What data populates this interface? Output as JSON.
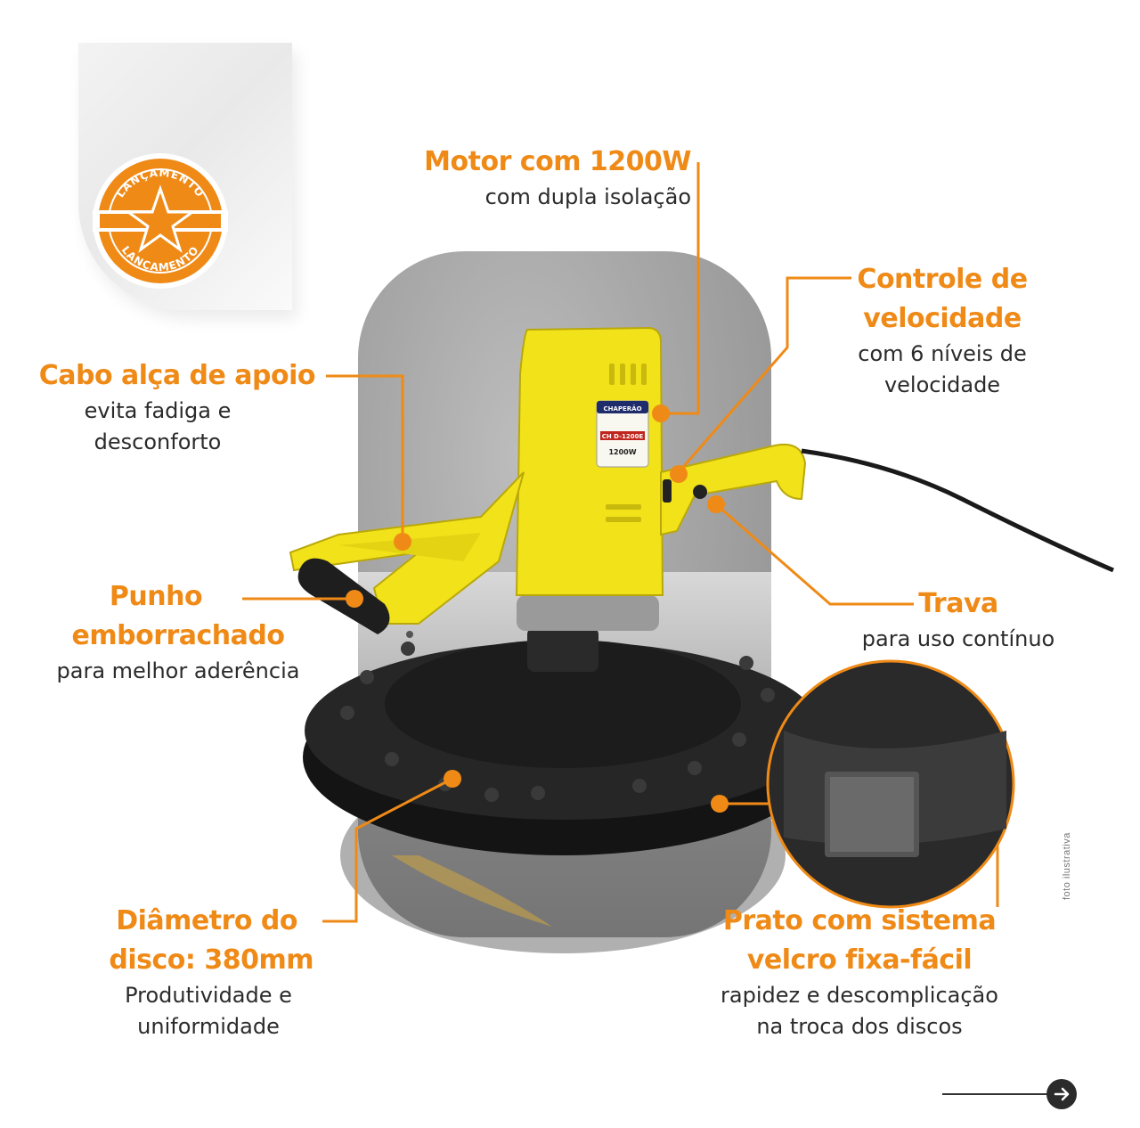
{
  "badge": {
    "text_top": "LANÇAMENTO",
    "text_bottom": "LANÇAMENTO",
    "color": "#ef8a17"
  },
  "product_label": {
    "brand": "CHAPERÃO",
    "model_line": "CH D-1200E",
    "power": "1200W"
  },
  "callouts": {
    "motor": {
      "title": "Motor com 1200W",
      "sub": "com dupla isolação"
    },
    "speed": {
      "title_1": "Controle de",
      "title_2": "velocidade",
      "sub_1": "com 6 níveis de",
      "sub_2": "velocidade"
    },
    "handle": {
      "title": "Cabo alça de apoio",
      "sub_1": "evita fadiga e",
      "sub_2": "desconforto"
    },
    "grip": {
      "title_1": "Punho",
      "title_2": "emborrachado",
      "sub": "para melhor aderência"
    },
    "lock": {
      "title": "Trava",
      "sub": "para uso contínuo"
    },
    "disc": {
      "title_1": "Diâmetro do",
      "title_2": "disco: 380mm",
      "sub_1": "Produtividade e",
      "sub_2": "uniformidade"
    },
    "plate": {
      "title_1": "Prato com sistema",
      "title_2": "velcro fixa-fácil",
      "sub_1": "rapidez e descomplicação",
      "sub_2": "na troca dos discos"
    }
  },
  "side_note": "foto ilustrativa",
  "nav": {
    "icon": "arrow-right-icon"
  },
  "colors": {
    "accent": "#ef8a17",
    "tool_yellow": "#f2e21a",
    "disc_black": "#1a1a1a"
  }
}
